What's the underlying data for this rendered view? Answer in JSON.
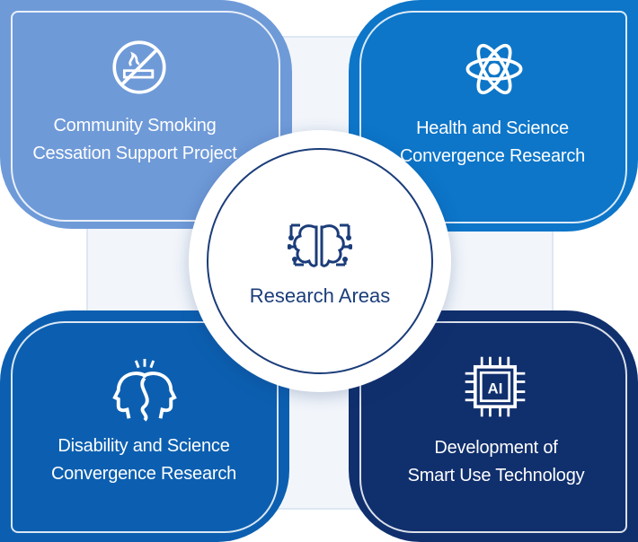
{
  "center": {
    "title": "Research Areas",
    "icon": "brain-circuit-icon"
  },
  "areas": [
    {
      "line1": "Community Smoking",
      "line2": "Cessation Support Project",
      "icon": "no-smoking-icon",
      "color": "#6f9ad8"
    },
    {
      "line1": "Health and Science",
      "line2": "Convergence Research",
      "icon": "atom-icon",
      "color": "#0d76c9"
    },
    {
      "line1": "Disability and Science",
      "line2": "Convergence Research",
      "icon": "two-heads-icon",
      "color": "#0c5fb0"
    },
    {
      "line1": "Development of",
      "line2": "Smart Use Technology",
      "icon": "ai-chip-icon",
      "color": "#102f6d"
    }
  ],
  "colors": {
    "center_text": "#1b3d7a",
    "ring_background": "#f2f6fb"
  }
}
